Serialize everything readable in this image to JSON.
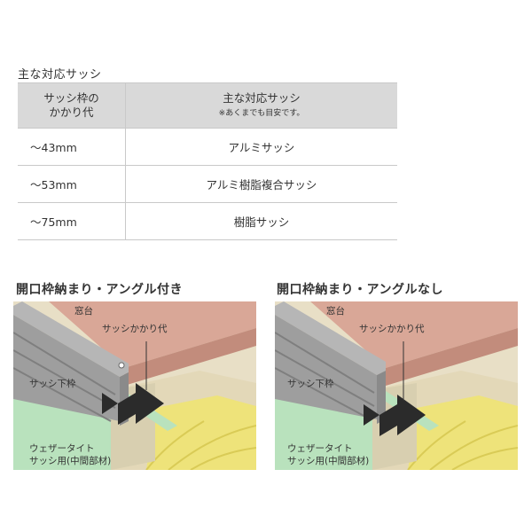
{
  "table": {
    "title": "主な対応サッシ",
    "header_col1": "サッシ枠の\nかかり代",
    "header_col2": "主な対応サッシ",
    "header_note": "※あくまでも目安です。",
    "rows": [
      {
        "allowance": "〜43mm",
        "sash": "アルミサッシ"
      },
      {
        "allowance": "〜53mm",
        "sash": "アルミ樹脂複合サッシ"
      },
      {
        "allowance": "〜75mm",
        "sash": "樹脂サッシ"
      }
    ]
  },
  "diagrams": {
    "left": {
      "title": "開口枠納まり・アングル付き",
      "label_sill": "窓台",
      "label_allowance": "サッシかかり代",
      "label_frame": "サッシ下枠",
      "label_material_1": "ウェザータイト",
      "label_material_2": "サッシ用(中間部材)"
    },
    "right": {
      "title": "開口枠納まり・アングルなし",
      "label_sill": "窓台",
      "label_allowance": "サッシかかり代",
      "label_frame": "サッシ下枠",
      "label_material_1": "ウェザータイト",
      "label_material_2": "サッシ用(中間部材)"
    }
  },
  "colors": {
    "background_panel": "#e8dfc6",
    "sill": "#d9a797",
    "sash_frame": "#a9a9a9",
    "weathertight": "#b9e2bd",
    "insulation": "#eee37a",
    "arrow": "#2b2b2b"
  }
}
